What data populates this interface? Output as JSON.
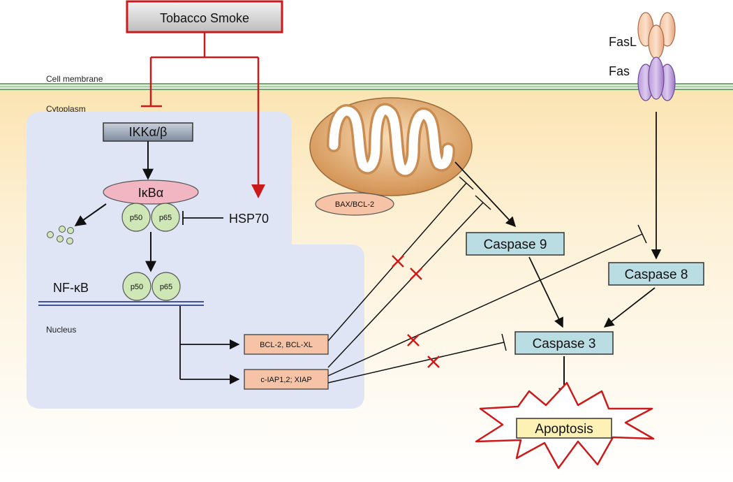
{
  "labels": {
    "tobacco_smoke": "Tobacco Smoke",
    "cell_membrane": "Cell membrane",
    "cytoplasm": "Cytoplasm",
    "nucleus": "Nucleus",
    "fasl": "FasL",
    "fas": "Fas",
    "ikk": "IKKα/β",
    "ikba": "IκBα",
    "p50": "p50",
    "p65": "p65",
    "hsp70": "HSP70",
    "nfkb": "NF-κB",
    "bax_bcl2": "BAX/BCL-2",
    "bcl2_bclxl": "BCL-2, BCL-XL",
    "ciap": "c-IAP1,2; XIAP",
    "caspase9": "Caspase 9",
    "caspase8": "Caspase 8",
    "caspase3": "Caspase 3",
    "apoptosis": "Apoptosis"
  },
  "colors": {
    "inhibit_red": "#cc1a1a",
    "nucleus_blue": "#dde4f3",
    "caspase_fill": "#b9dde3",
    "pathway_box": "#f6c3a6",
    "p_circle": "#cfe6b7",
    "ikba_fill": "#f1b6c2",
    "apoptosis_fill": "#fdf1b6",
    "cytoplasm_fill": "#fdf0d2"
  }
}
